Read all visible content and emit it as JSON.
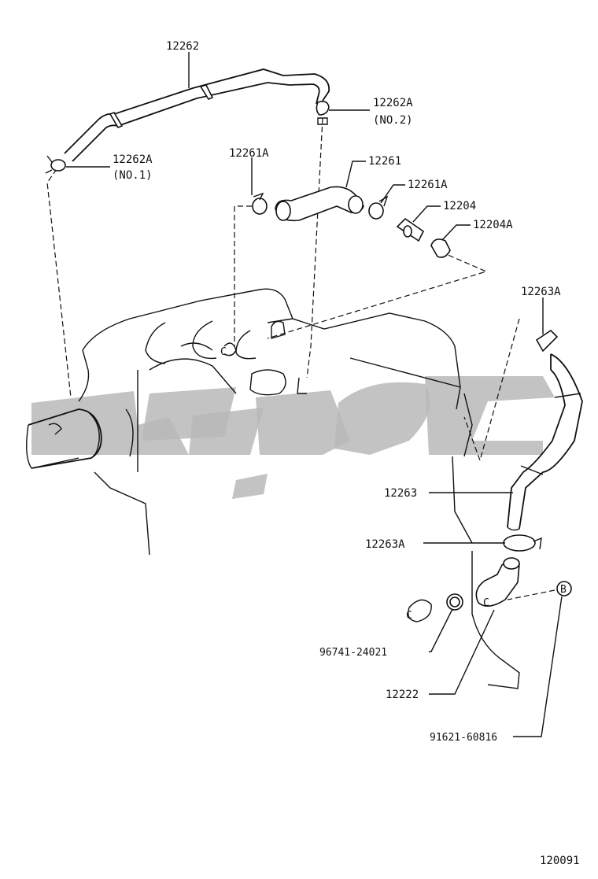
{
  "diagram_id": "120091",
  "labels": {
    "p12262": "12262",
    "p12262a_no2": "12262A",
    "no2": "(NO.2)",
    "p12262a_no1": "12262A",
    "no1": "(NO.1)",
    "p12261a_left": "12261A",
    "p12261": "12261",
    "p12261a_right": "12261A",
    "p12204": "12204",
    "p12204a": "12204A",
    "p12263a_top": "12263A",
    "p12263": "12263",
    "p12263a_bottom": "12263A",
    "p96741": "96741-24021",
    "p12222": "12222",
    "p91621": "91621-60816",
    "ref_b": "B",
    "ref_c1": "C",
    "ref_c2": "C",
    "ref_c3": "C"
  },
  "colors": {
    "line": "#111111",
    "watermark": "#b9b9b9",
    "background": "#ffffff"
  }
}
